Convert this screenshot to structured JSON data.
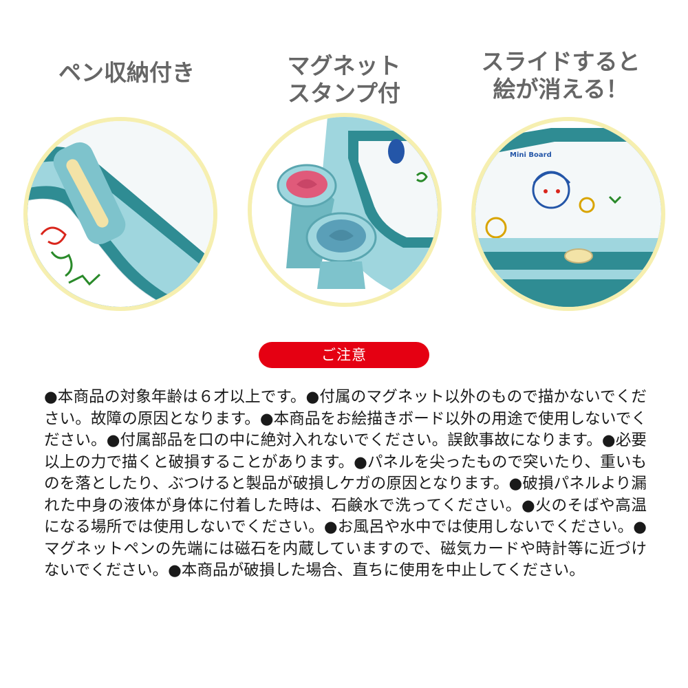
{
  "features": [
    {
      "title": "ペン収納付き",
      "icon": "pen-holder-closeup"
    },
    {
      "title": "マグネット\nスタンプ付",
      "icon": "magnet-stamp-closeup"
    },
    {
      "title": "スライドすると\n絵が消える！",
      "icon": "slider-eraser-closeup"
    }
  ],
  "board_logo": "Mini Board",
  "notice": {
    "label": "ご注意",
    "body": "●本商品の対象年齢は６才以上です。●付属のマグネット以外のもので描かないでください。故障の原因となります。●本商品をお絵描きボード以外の用途で使用しないでください。●付属部品を口の中に絶対入れないでください。誤飲事故になります。●必要以上の力で描くと破損することがあります。●パネルを尖ったもので突いたり、重いものを落としたり、ぶつけると製品が破損しケガの原因となります。●破損パネルより漏れた中身の液体が身体に付着した時は、石鹸水で洗ってください。●火のそばや高温になる場所では使用しないでください。●お風呂や水中では使用しないでください。●マグネットペンの先端には磁石を内蔵していますので、磁気カードや時計等に近づけないでください。●本商品が破損した場合、直ちに使用を中止してください。"
  },
  "colors": {
    "accent_red": "#e50012",
    "board_teal": "#2f8c93",
    "board_light": "#9fd6de",
    "ring_yellow": "#f6efb0",
    "title_gray": "#666666"
  }
}
